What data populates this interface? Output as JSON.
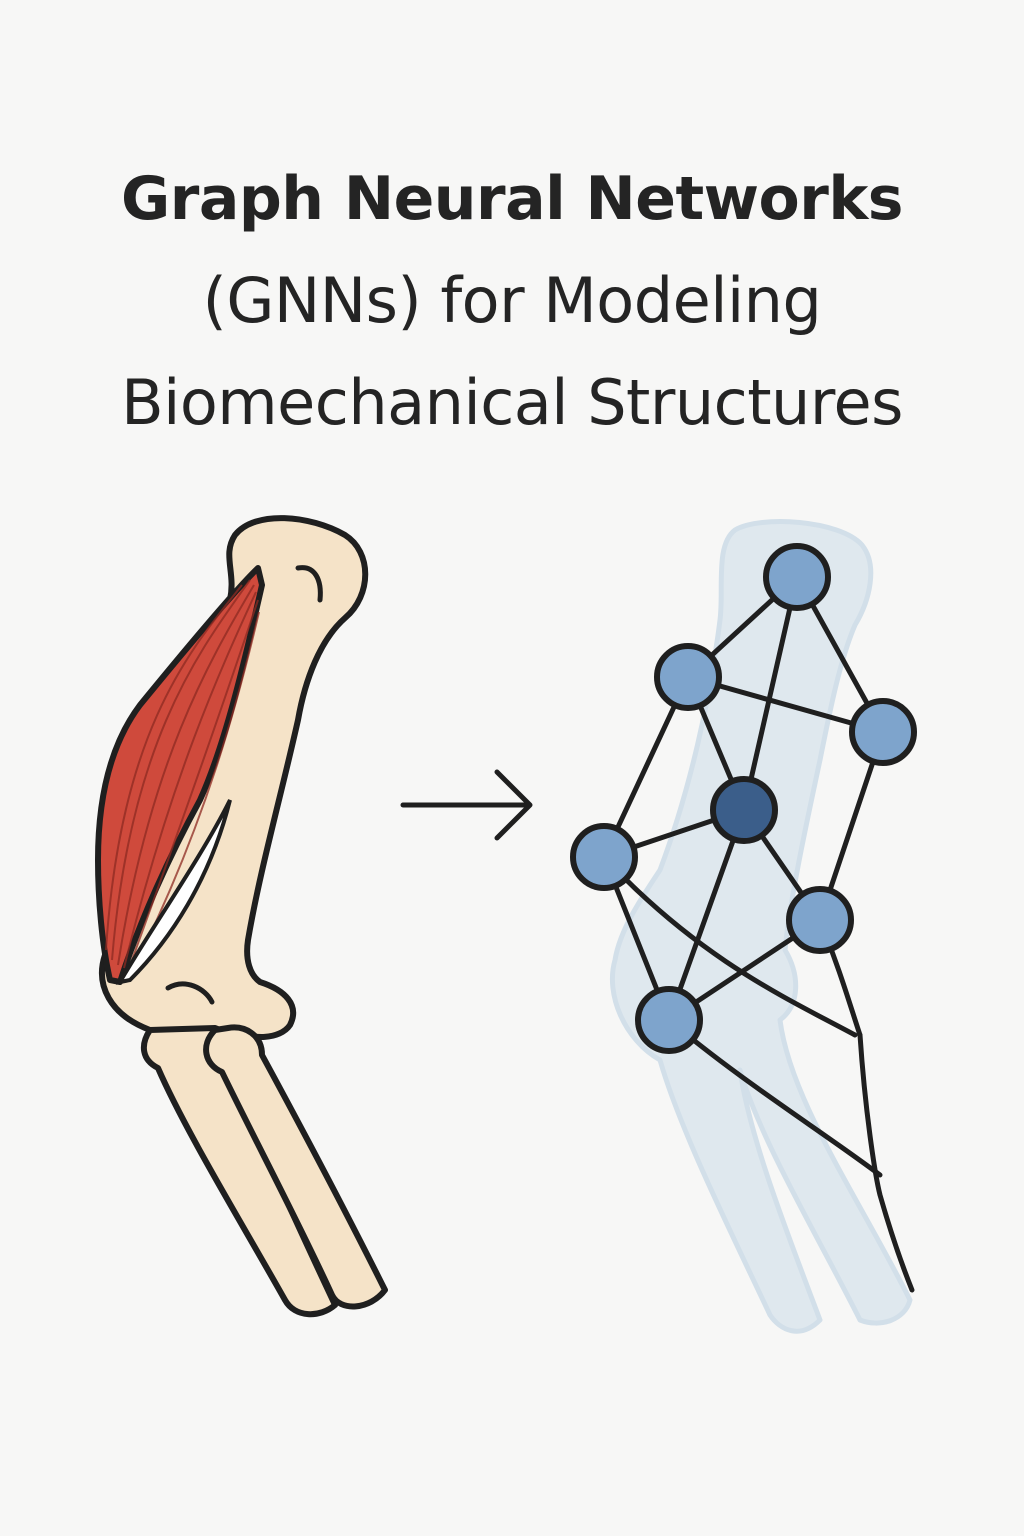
{
  "title": {
    "line1": "Graph Neural Networks",
    "line2": "(GNNs) for Modeling",
    "line3": "Biomechanical Structures"
  },
  "colors": {
    "background": "#f7f7f6",
    "text": "#242424",
    "outline": "#1f1f1f",
    "bone": "#f5e3c8",
    "muscle": "#cf4a3c",
    "muscle_fiber": "#8e2a22",
    "ghost_bone": "#dde7ee",
    "node": "#7ea4cc",
    "node_center": "#3b5e8a"
  },
  "icons": {
    "arrow": "right-arrow-icon",
    "arm": "arm-anatomy-illustration",
    "graph": "graph-network-illustration"
  }
}
